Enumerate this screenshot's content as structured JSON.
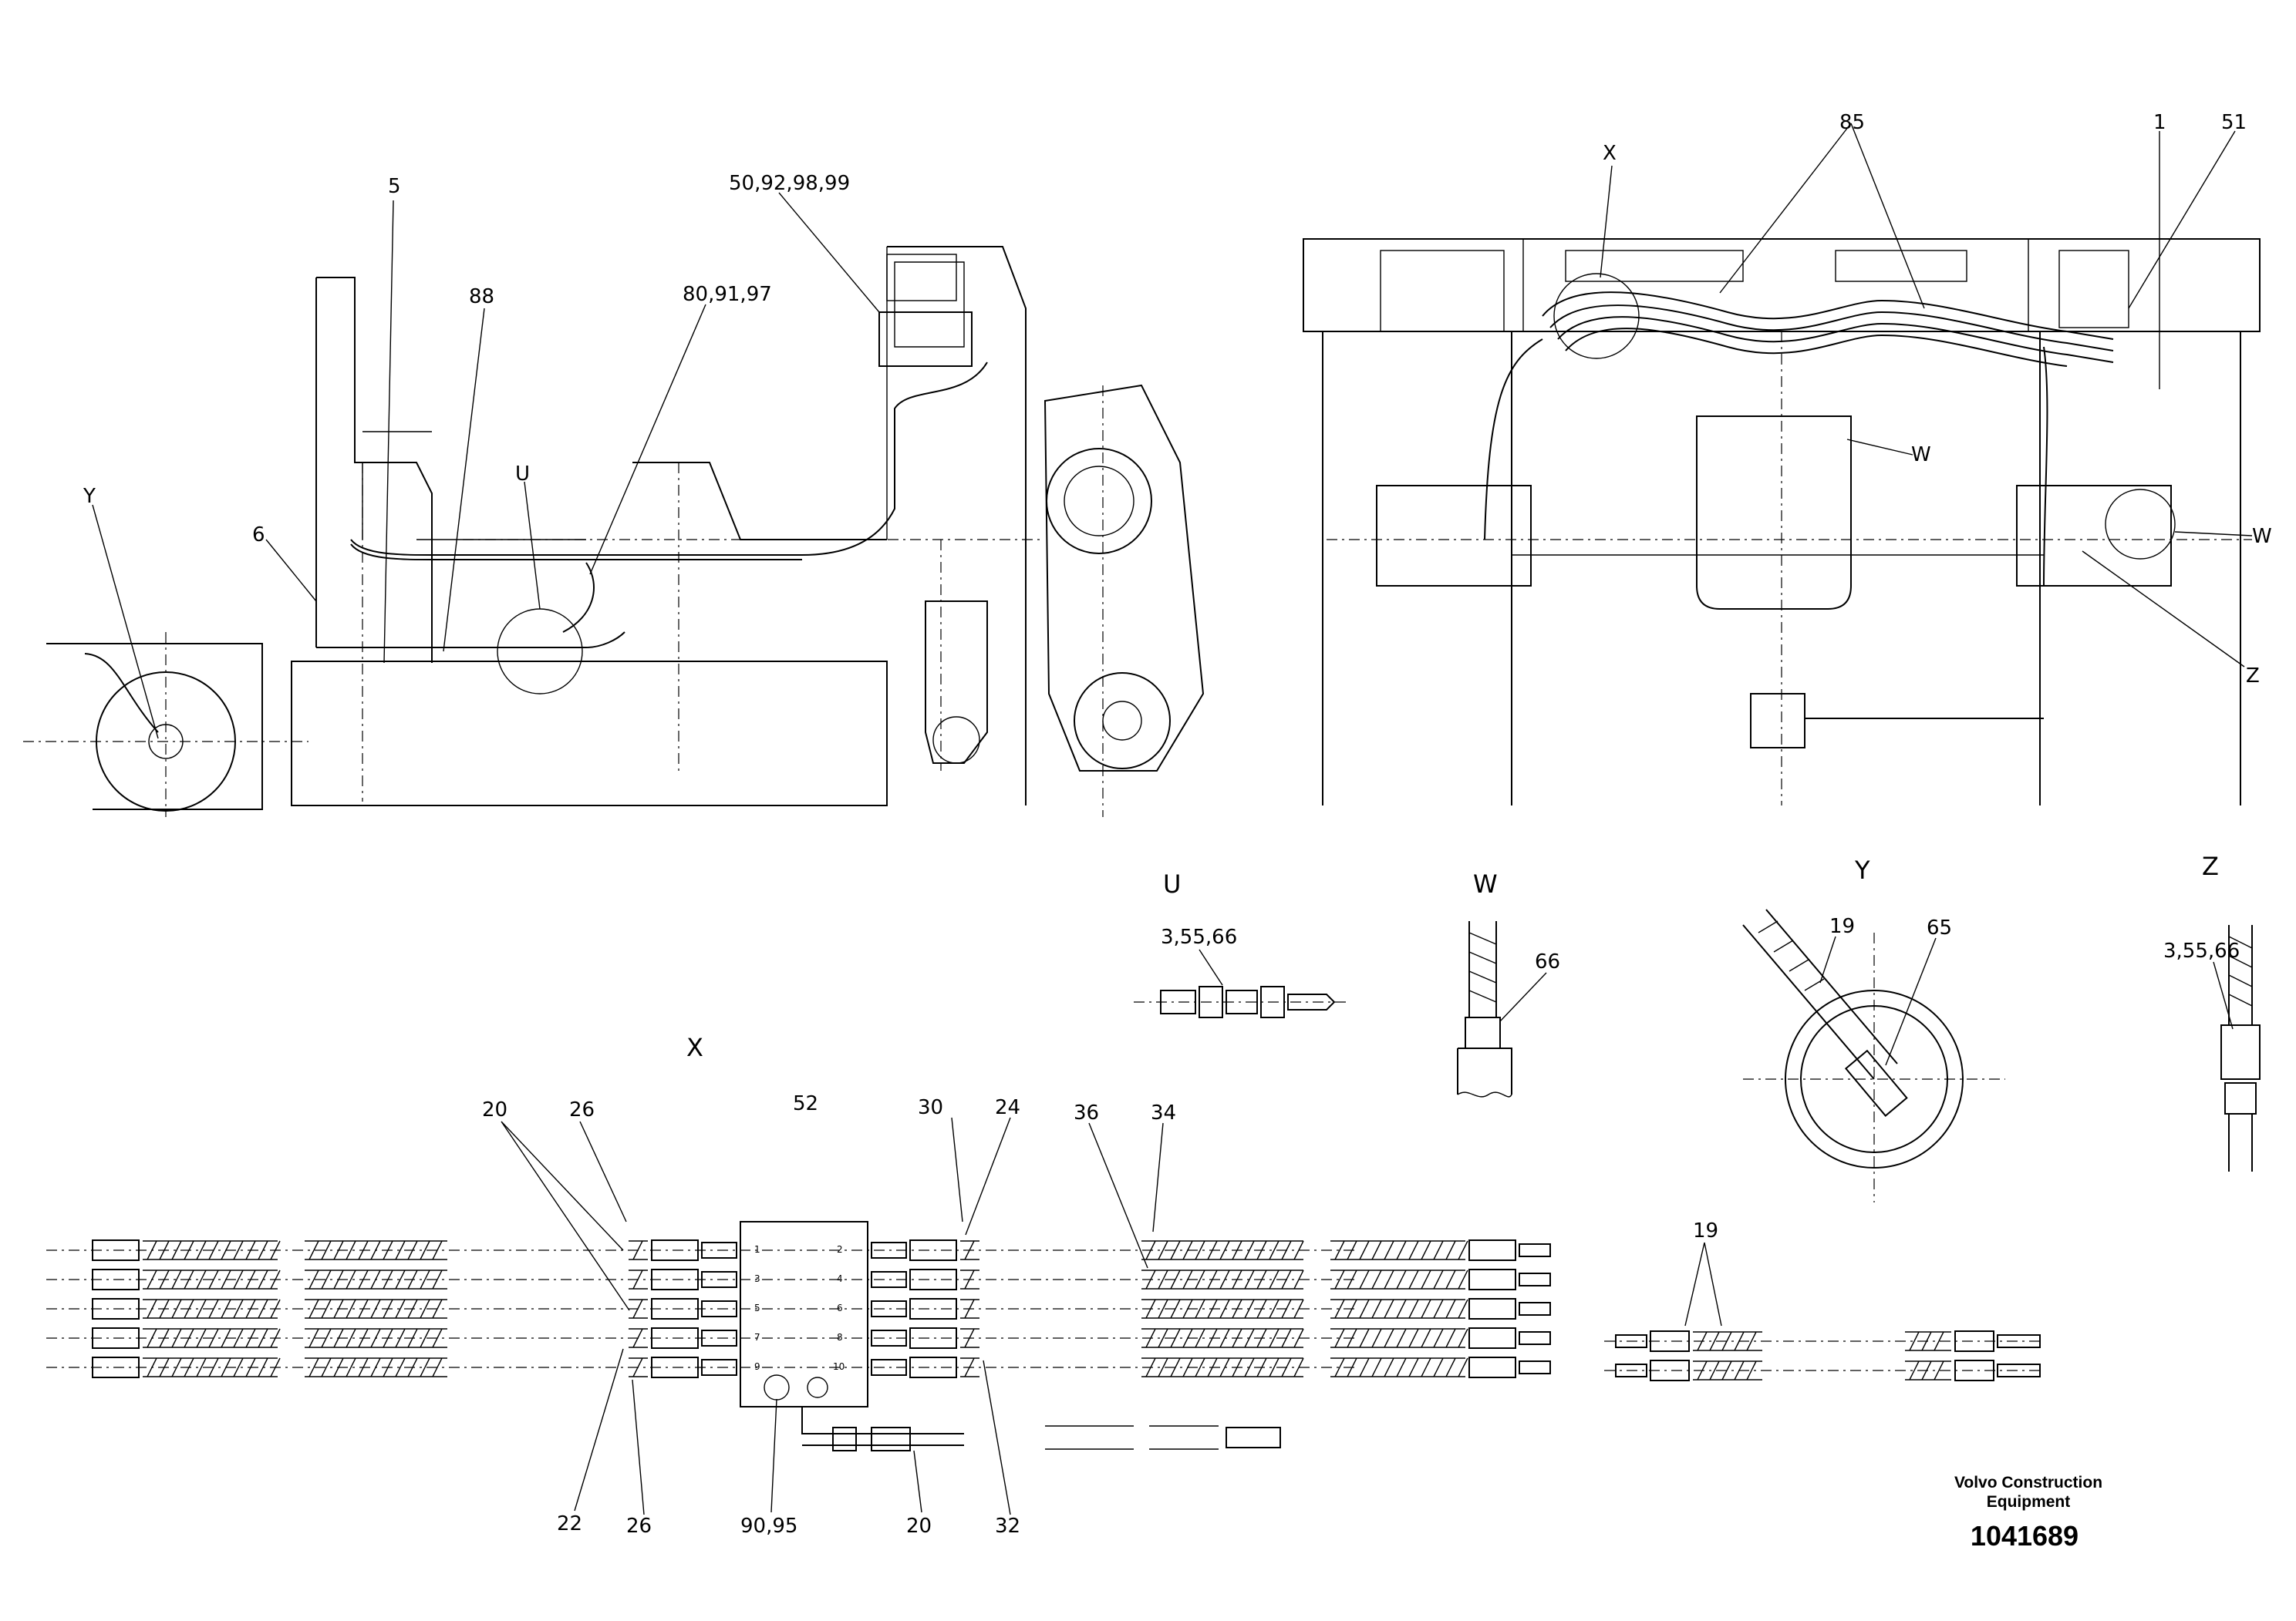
{
  "callouts": {
    "side_view": {
      "c5": "5",
      "c88": "88",
      "c50": "50,92,98,99",
      "c80": "80,91,97",
      "cU": "U",
      "cY": "Y",
      "c6": "6"
    },
    "top_view": {
      "c85": "85",
      "cX": "X",
      "c1": "1",
      "c51": "51",
      "cW1": "W",
      "cW2": "W",
      "cZ": "Z"
    },
    "detail_u": {
      "title": "U",
      "part": "3,55,66"
    },
    "detail_w": {
      "title": "W",
      "part": "66"
    },
    "detail_y": {
      "title": "Y",
      "part_a": "19",
      "part_b": "65"
    },
    "detail_z": {
      "title": "Z",
      "part": "3,55,66"
    },
    "detail_x": {
      "title": "X",
      "block": "52",
      "p20a": "20",
      "p26a": "26",
      "p30": "30",
      "p24": "24",
      "p36": "36",
      "p34": "34",
      "p22": "22",
      "p26b": "26",
      "p90": "90,95",
      "p20b": "20",
      "p32": "32",
      "ports": [
        "1",
        "2",
        "3",
        "4",
        "5",
        "6",
        "7",
        "8",
        "9",
        "10"
      ]
    },
    "detail_19": {
      "part": "19"
    }
  },
  "title_block": {
    "company_line1": "Volvo Construction",
    "company_line2": "Equipment",
    "drawing_number": "1041689"
  }
}
